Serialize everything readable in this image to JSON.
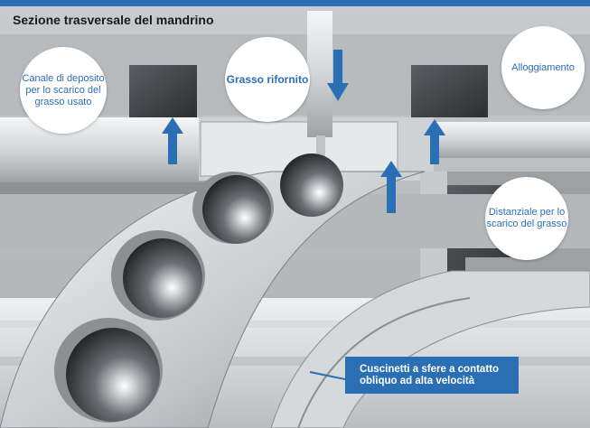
{
  "title": "Sezione trasversale del mandrino",
  "labels": {
    "deposit_channel": "Canale di deposito per lo scarico del grasso usato",
    "refill_grease": "Grasso rifornito",
    "housing": "Alloggiamento",
    "spacer": "Distanziale per lo scarico del grasso",
    "bearings": "Cuscinetti a sfere a contatto obliquo ad alta velocità"
  },
  "colors": {
    "accent_blue": "#2a6fb4",
    "label_text": "#2a6fb4",
    "title_bar": "#2a6fb4"
  },
  "icons": [
    "up-arrow-icon",
    "down-arrow-icon"
  ]
}
